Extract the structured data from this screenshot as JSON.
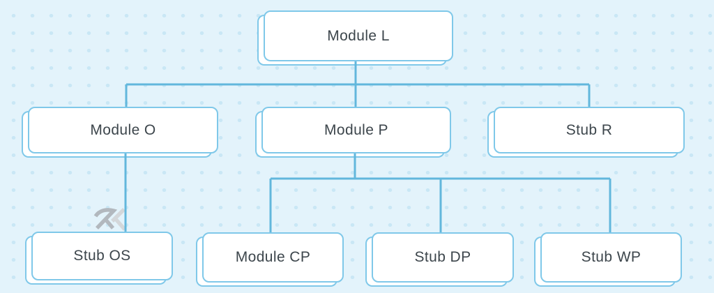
{
  "diagram": {
    "type": "tree",
    "description": "Module hierarchy diagram with modules and stubs",
    "nodes": [
      {
        "id": "module-l",
        "label": "Module L"
      },
      {
        "id": "module-o",
        "label": "Module O"
      },
      {
        "id": "module-p",
        "label": "Module P"
      },
      {
        "id": "stub-r",
        "label": "Stub R"
      },
      {
        "id": "stub-os",
        "label": "Stub OS"
      },
      {
        "id": "module-cp",
        "label": "Module CP"
      },
      {
        "id": "stub-dp",
        "label": "Stub DP"
      },
      {
        "id": "stub-wp",
        "label": "Stub WP"
      }
    ],
    "edges": [
      {
        "from": "Module L",
        "to": "Module O"
      },
      {
        "from": "Module L",
        "to": "Module P"
      },
      {
        "from": "Module L",
        "to": "Stub R"
      },
      {
        "from": "Module O",
        "to": "Stub OS"
      },
      {
        "from": "Module P",
        "to": "Module CP"
      },
      {
        "from": "Module P",
        "to": "Stub DP"
      },
      {
        "from": "Module P",
        "to": "Stub WP"
      }
    ],
    "watermark": {
      "text": "RK"
    },
    "colors": {
      "background": "#e3f3fb",
      "dots": "#c9e7f5",
      "connector": "#62b7dc",
      "box_border": "#7fc8e9",
      "box_fill": "#ffffff",
      "text": "#3d464c",
      "watermark_dark": "#b2b8be",
      "watermark_light": "#d3d7da"
    }
  }
}
